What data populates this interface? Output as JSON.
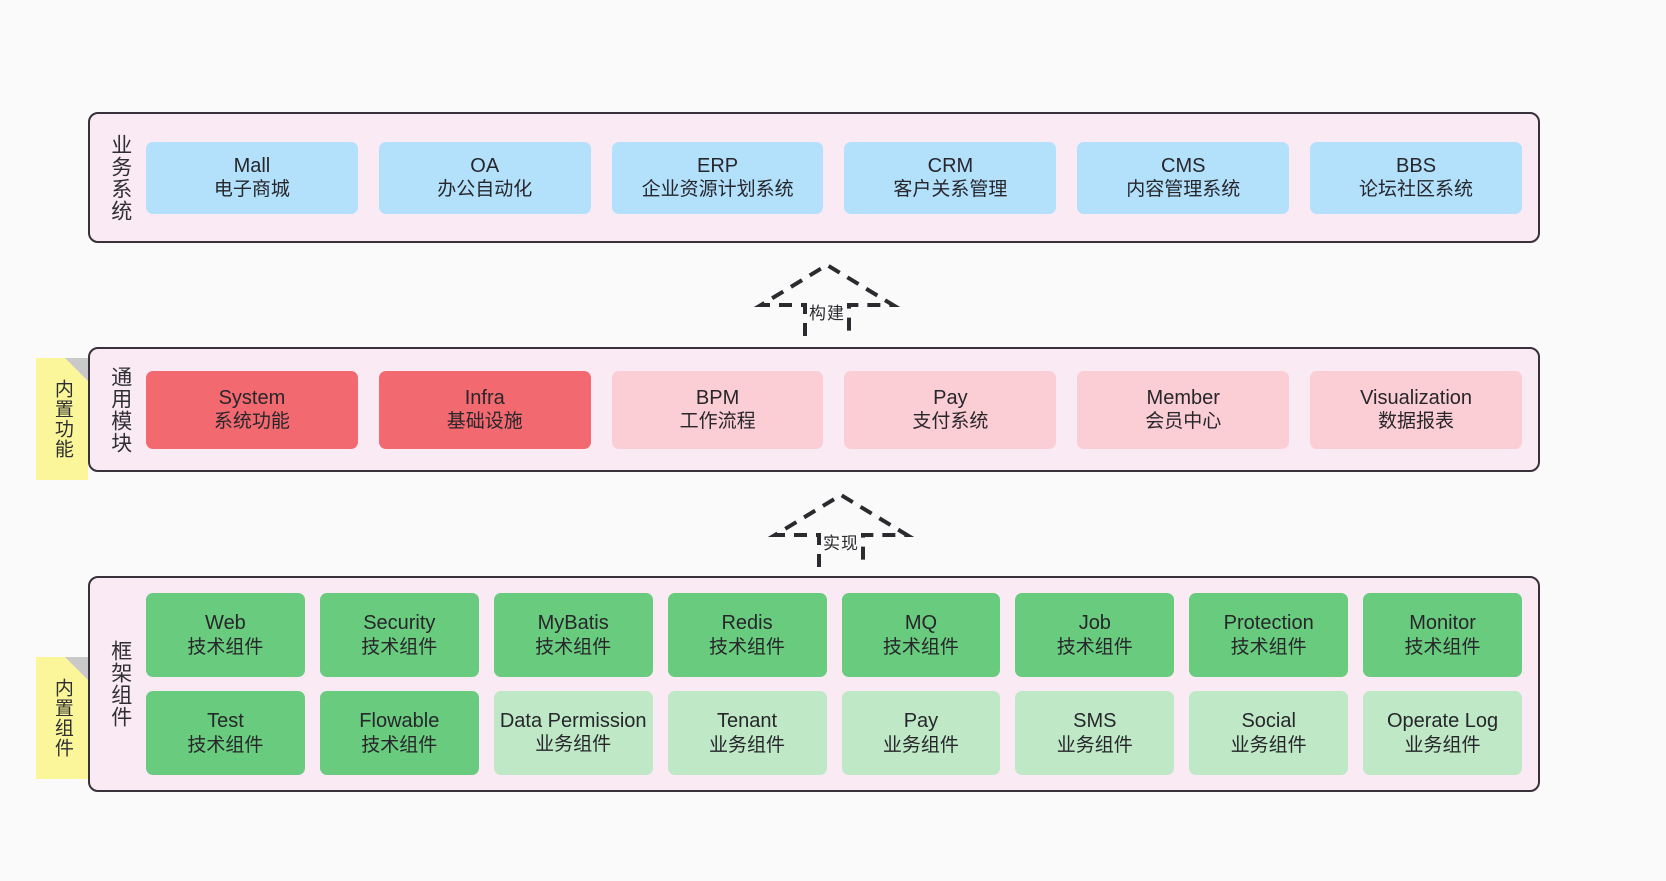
{
  "layers": [
    {
      "id": "business-system",
      "title": "业务系统",
      "rows": [
        {
          "cells": [
            {
              "en": "Mall",
              "cn": "电子商城",
              "color": "c-blue"
            },
            {
              "en": "OA",
              "cn": "办公自动化",
              "color": "c-blue"
            },
            {
              "en": "ERP",
              "cn": "企业资源计划系统",
              "color": "c-blue"
            },
            {
              "en": "CRM",
              "cn": "客户关系管理",
              "color": "c-blue"
            },
            {
              "en": "CMS",
              "cn": "内容管理系统",
              "color": "c-blue"
            },
            {
              "en": "BBS",
              "cn": "论坛社区系统",
              "color": "c-blue"
            }
          ]
        }
      ]
    },
    {
      "id": "common-module",
      "title": "通用模块",
      "sticky": "内置功能",
      "rows": [
        {
          "cells": [
            {
              "en": "System",
              "cn": "系统功能",
              "color": "c-red"
            },
            {
              "en": "Infra",
              "cn": "基础设施",
              "color": "c-red"
            },
            {
              "en": "BPM",
              "cn": "工作流程",
              "color": "c-pink"
            },
            {
              "en": "Pay",
              "cn": "支付系统",
              "color": "c-pink"
            },
            {
              "en": "Member",
              "cn": "会员中心",
              "color": "c-pink"
            },
            {
              "en": "Visualization",
              "cn": "数据报表",
              "color": "c-pink"
            }
          ]
        }
      ]
    },
    {
      "id": "framework-component",
      "title": "框架组件",
      "sticky": "内置组件",
      "rows": [
        {
          "cells": [
            {
              "en": "Web",
              "cn": "技术组件",
              "color": "c-green"
            },
            {
              "en": "Security",
              "cn": "技术组件",
              "color": "c-green"
            },
            {
              "en": "MyBatis",
              "cn": "技术组件",
              "color": "c-green"
            },
            {
              "en": "Redis",
              "cn": "技术组件",
              "color": "c-green"
            },
            {
              "en": "MQ",
              "cn": "技术组件",
              "color": "c-green"
            },
            {
              "en": "Job",
              "cn": "技术组件",
              "color": "c-green"
            },
            {
              "en": "Protection",
              "cn": "技术组件",
              "color": "c-green"
            },
            {
              "en": "Monitor",
              "cn": "技术组件",
              "color": "c-green"
            }
          ]
        },
        {
          "cells": [
            {
              "en": "Test",
              "cn": "技术组件",
              "color": "c-green"
            },
            {
              "en": "Flowable",
              "cn": "技术组件",
              "color": "c-green"
            },
            {
              "en": "Data Permission",
              "cn": "业务组件",
              "color": "c-greenlight"
            },
            {
              "en": "Tenant",
              "cn": "业务组件",
              "color": "c-greenlight"
            },
            {
              "en": "Pay",
              "cn": "业务组件",
              "color": "c-greenlight"
            },
            {
              "en": "SMS",
              "cn": "业务组件",
              "color": "c-greenlight"
            },
            {
              "en": "Social",
              "cn": "业务组件",
              "color": "c-greenlight"
            },
            {
              "en": "Operate Log",
              "cn": "业务组件",
              "color": "c-greenlight"
            }
          ]
        }
      ]
    }
  ],
  "arrows": [
    {
      "id": "build",
      "label": "构建"
    },
    {
      "id": "implement",
      "label": "实现"
    }
  ],
  "colors": {
    "panel_bg": "#f9eaf4",
    "panel_border": "#38303a",
    "blue": "#b3e0fb",
    "red": "#f26a70",
    "pink": "#fbcdd4",
    "green": "#69cb7e",
    "green_light": "#bfe8c6",
    "sticky_yellow": "#fbf69a",
    "sticky_fold": "#c9c9c9",
    "canvas_bg": "#fafafa"
  }
}
